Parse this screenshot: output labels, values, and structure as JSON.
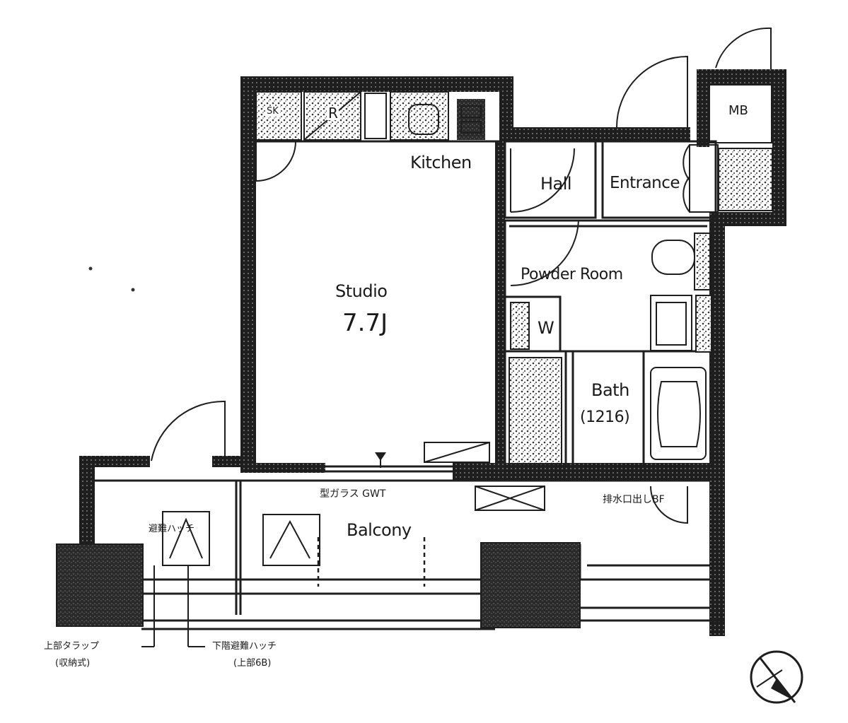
{
  "rooms": {
    "kitchen": "Kitchen",
    "hall": "Hall",
    "entrance": "Entrance",
    "studio": "Studio",
    "studio_size": "7.7J",
    "powder_room": "Powder Room",
    "washer": "W",
    "bath": "Bath",
    "bath_size": "(1216)",
    "balcony": "Balcony"
  },
  "fixtures": {
    "shoe_storage": "SK",
    "refrigerator": "R",
    "meter_box": "MB"
  },
  "notes": {
    "glass": "型ガラス GWT",
    "drain": "排水口出しBF",
    "escape_hatch": "避難ハッチ",
    "trap_line1": "上部タラップ",
    "trap_line2": "(収納式)",
    "hatch_line1": "下階避難ハッチ",
    "hatch_line2": "(上部6B)"
  },
  "icons": [
    "north-arrow-icon",
    "door-swing-icon"
  ]
}
